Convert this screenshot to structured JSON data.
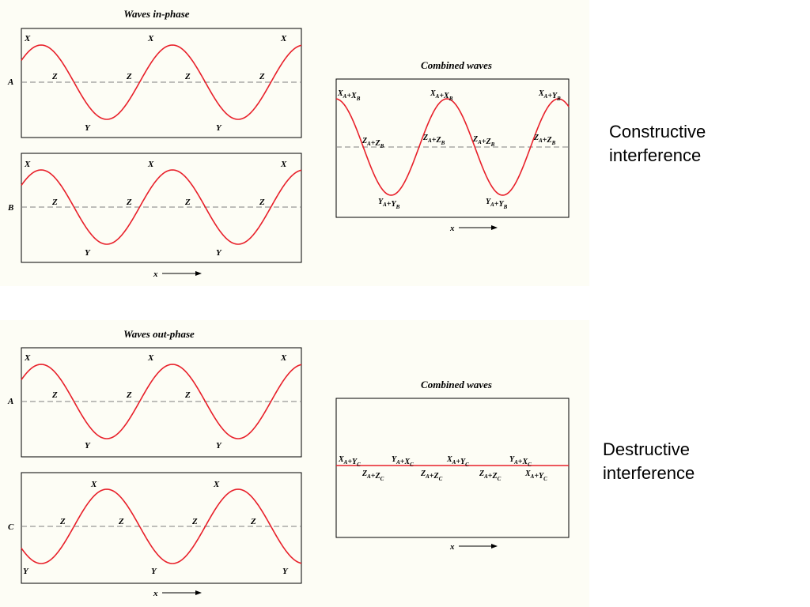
{
  "top": {
    "title": "Waves in-phase",
    "wave_a": {
      "side_label": "A",
      "labels": [
        "X",
        "Z",
        "X",
        "Z",
        "Z",
        "X",
        "Z",
        "Y",
        "Y"
      ]
    },
    "wave_b": {
      "side_label": "B",
      "labels": [
        "X",
        "Z",
        "X",
        "Z",
        "Z",
        "X",
        "Z",
        "Y",
        "Y"
      ]
    },
    "axis_label": "x",
    "combined": {
      "title": "Combined waves",
      "labels": [
        "X_A+X_B",
        "X_A+X_B",
        "X_A+Y_B",
        "Z_A+Z_B",
        "Z_A+Z_B",
        "Z_A+Z_B",
        "Z_A+Z_B",
        "Y_A+Y_B",
        "Y_A+Y_B"
      ],
      "axis_label": "x"
    },
    "caption": "Constructive\ninterference"
  },
  "bottom": {
    "title": "Waves out-phase",
    "wave_a": {
      "side_label": "A",
      "labels": [
        "X",
        "Z",
        "X",
        "Z",
        "Z",
        "X",
        "Y",
        "Y"
      ]
    },
    "wave_c": {
      "side_label": "C",
      "labels": [
        "X",
        "X",
        "Z",
        "Z",
        "Z",
        "Z",
        "Y",
        "Y",
        "Y"
      ]
    },
    "axis_label": "x",
    "combined": {
      "title": "Combined waves",
      "labels": [
        "X_A+Y_C",
        "Y_A+X_C",
        "X_A+Y_C",
        "Y_A+X_C",
        "Z_A+Z_C",
        "Z_A+Z_C",
        "Z_A+Z_C",
        "X_A+Y_C"
      ],
      "axis_label": "x"
    },
    "caption": "Destructive\ninterference"
  },
  "colors": {
    "wave": "#e8202a",
    "axis_dash": "#808080",
    "panel_bg": "#fdfdf5",
    "frame": "#000000"
  }
}
